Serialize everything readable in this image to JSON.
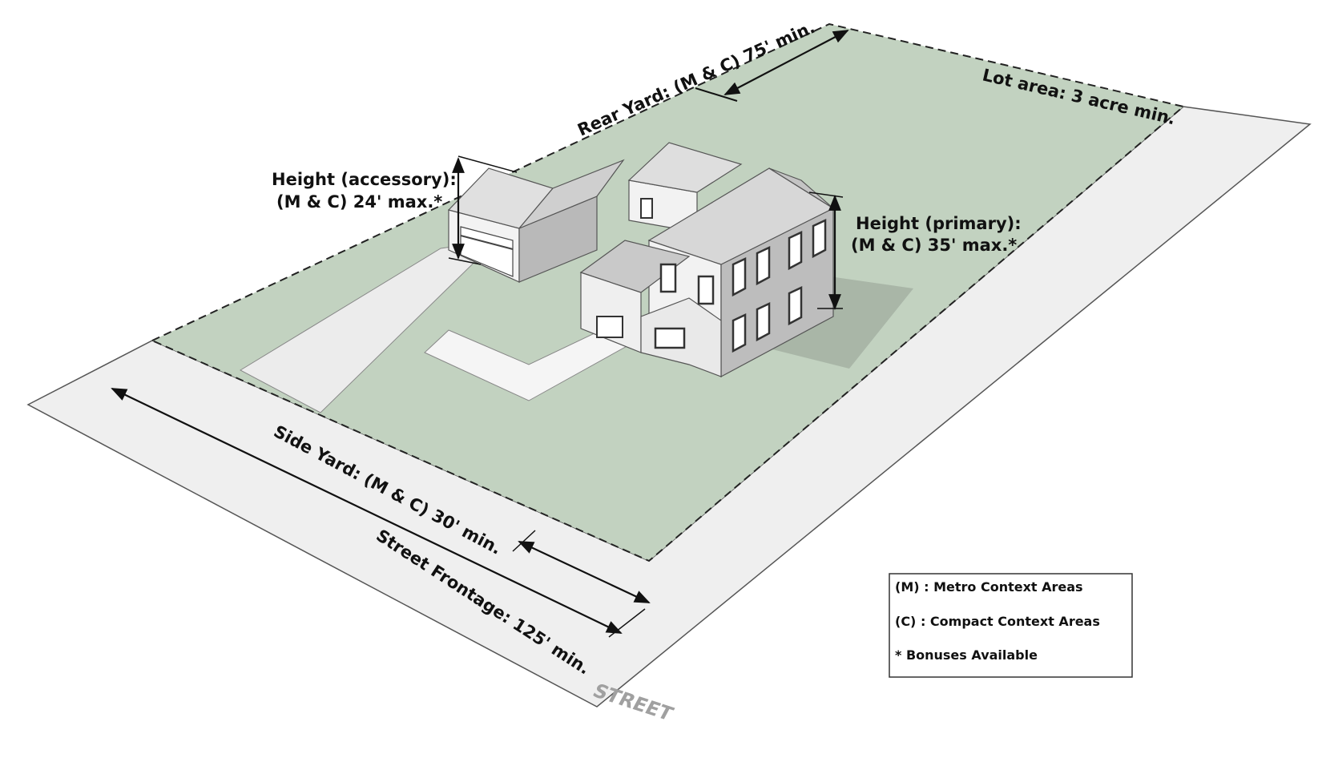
{
  "labels": {
    "rear_yard": "Rear Yard: (M & C) 75' min.",
    "lot_area": "Lot area: 3 acre min.",
    "height_accessory_line1": "Height (accessory):",
    "height_accessory_line2": "(M & C) 24' max.*",
    "height_primary_line1": "Height (primary):",
    "height_primary_line2": "(M & C) 35' max.*",
    "side_yard": "Side Yard: (M & C) 30'  min.",
    "street_frontage": "Street Frontage: 125' min.",
    "street": "STREET"
  },
  "legend": {
    "metro": "(M) : Metro Context Areas",
    "compact": "(C) : Compact Context Areas",
    "bonus": "*  Bonuses Available"
  },
  "colors": {
    "lot": "#c2d2c0",
    "street": "#efefef",
    "roof": "#d9d9d9",
    "wall_light": "#f2f2f2",
    "wall_dark": "#b8b8b8",
    "street_text": "#a0a0a0"
  }
}
